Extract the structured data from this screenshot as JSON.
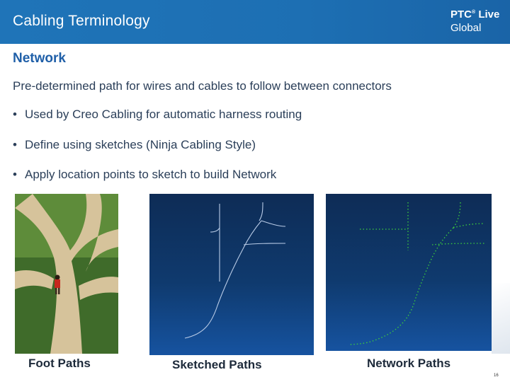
{
  "header": {
    "title": "Cabling Terminology",
    "logo_line1": "PTC",
    "logo_reg": "®",
    "logo_live": " Live",
    "logo_line2": "Global",
    "background": "#1f74b8"
  },
  "content": {
    "section_title": "Network",
    "intro": "Pre-determined path for wires and cables to follow between connectors",
    "bullets": [
      "Used by Creo Cabling for automatic harness routing",
      "Define using sketches (Ninja Cabling Style)",
      "Apply location points to sketch to build Network"
    ]
  },
  "figures": {
    "foot_caption": "Foot Paths",
    "sketch_caption": "Sketched Paths",
    "network_caption": "Network Paths"
  },
  "colors": {
    "title_blue": "#1f5fa8",
    "body_text": "#2b3f59",
    "sketch_line": "#b8cbe6",
    "network_dots": "#3ccf3c"
  },
  "footer": {
    "slide_number": "16"
  }
}
